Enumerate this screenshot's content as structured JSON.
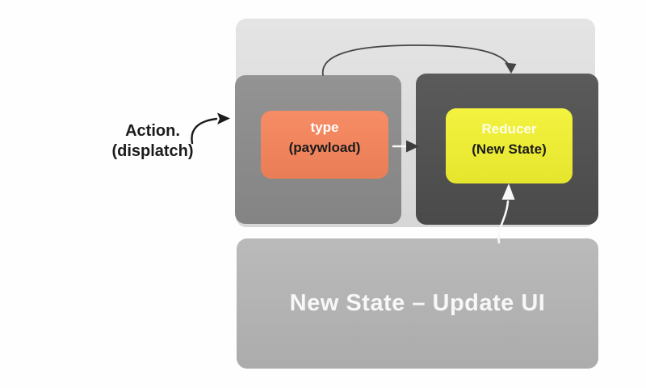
{
  "diagram": {
    "action": {
      "line1": "Action.",
      "line2": "(displatch)"
    },
    "type_box": {
      "title": "type",
      "subtitle": "(paywload)"
    },
    "reducer_box": {
      "title": "Reducer",
      "subtitle": "(New State)"
    },
    "ui_panel": {
      "label": "New State – Update UI"
    },
    "arrow_icons": [
      "dispatch-arrow-icon",
      "store-loop-arrow-icon",
      "type-to-reducer-arrow-icon",
      "state-up-arrow-icon"
    ],
    "colors": {
      "page_bg": "#fefefe",
      "panel_bg": "#e2e2e2",
      "action_container_bg": "#8b8b8b",
      "reducer_container_bg": "#4e4e4e",
      "type_box_bg": "#f6845a",
      "reducer_box_bg": "#f2f231",
      "ui_panel_bg": "#b5b5b5",
      "ui_label_color": "#f7f7f7",
      "reducer_title": "#fdfdec",
      "text_dark": "#1b1b1b",
      "text_light": "#ffffff",
      "arrow_dark": "#454545",
      "arrow_head_dark": "#3d3d3d",
      "arrow_light": "#f8f8f8"
    }
  }
}
